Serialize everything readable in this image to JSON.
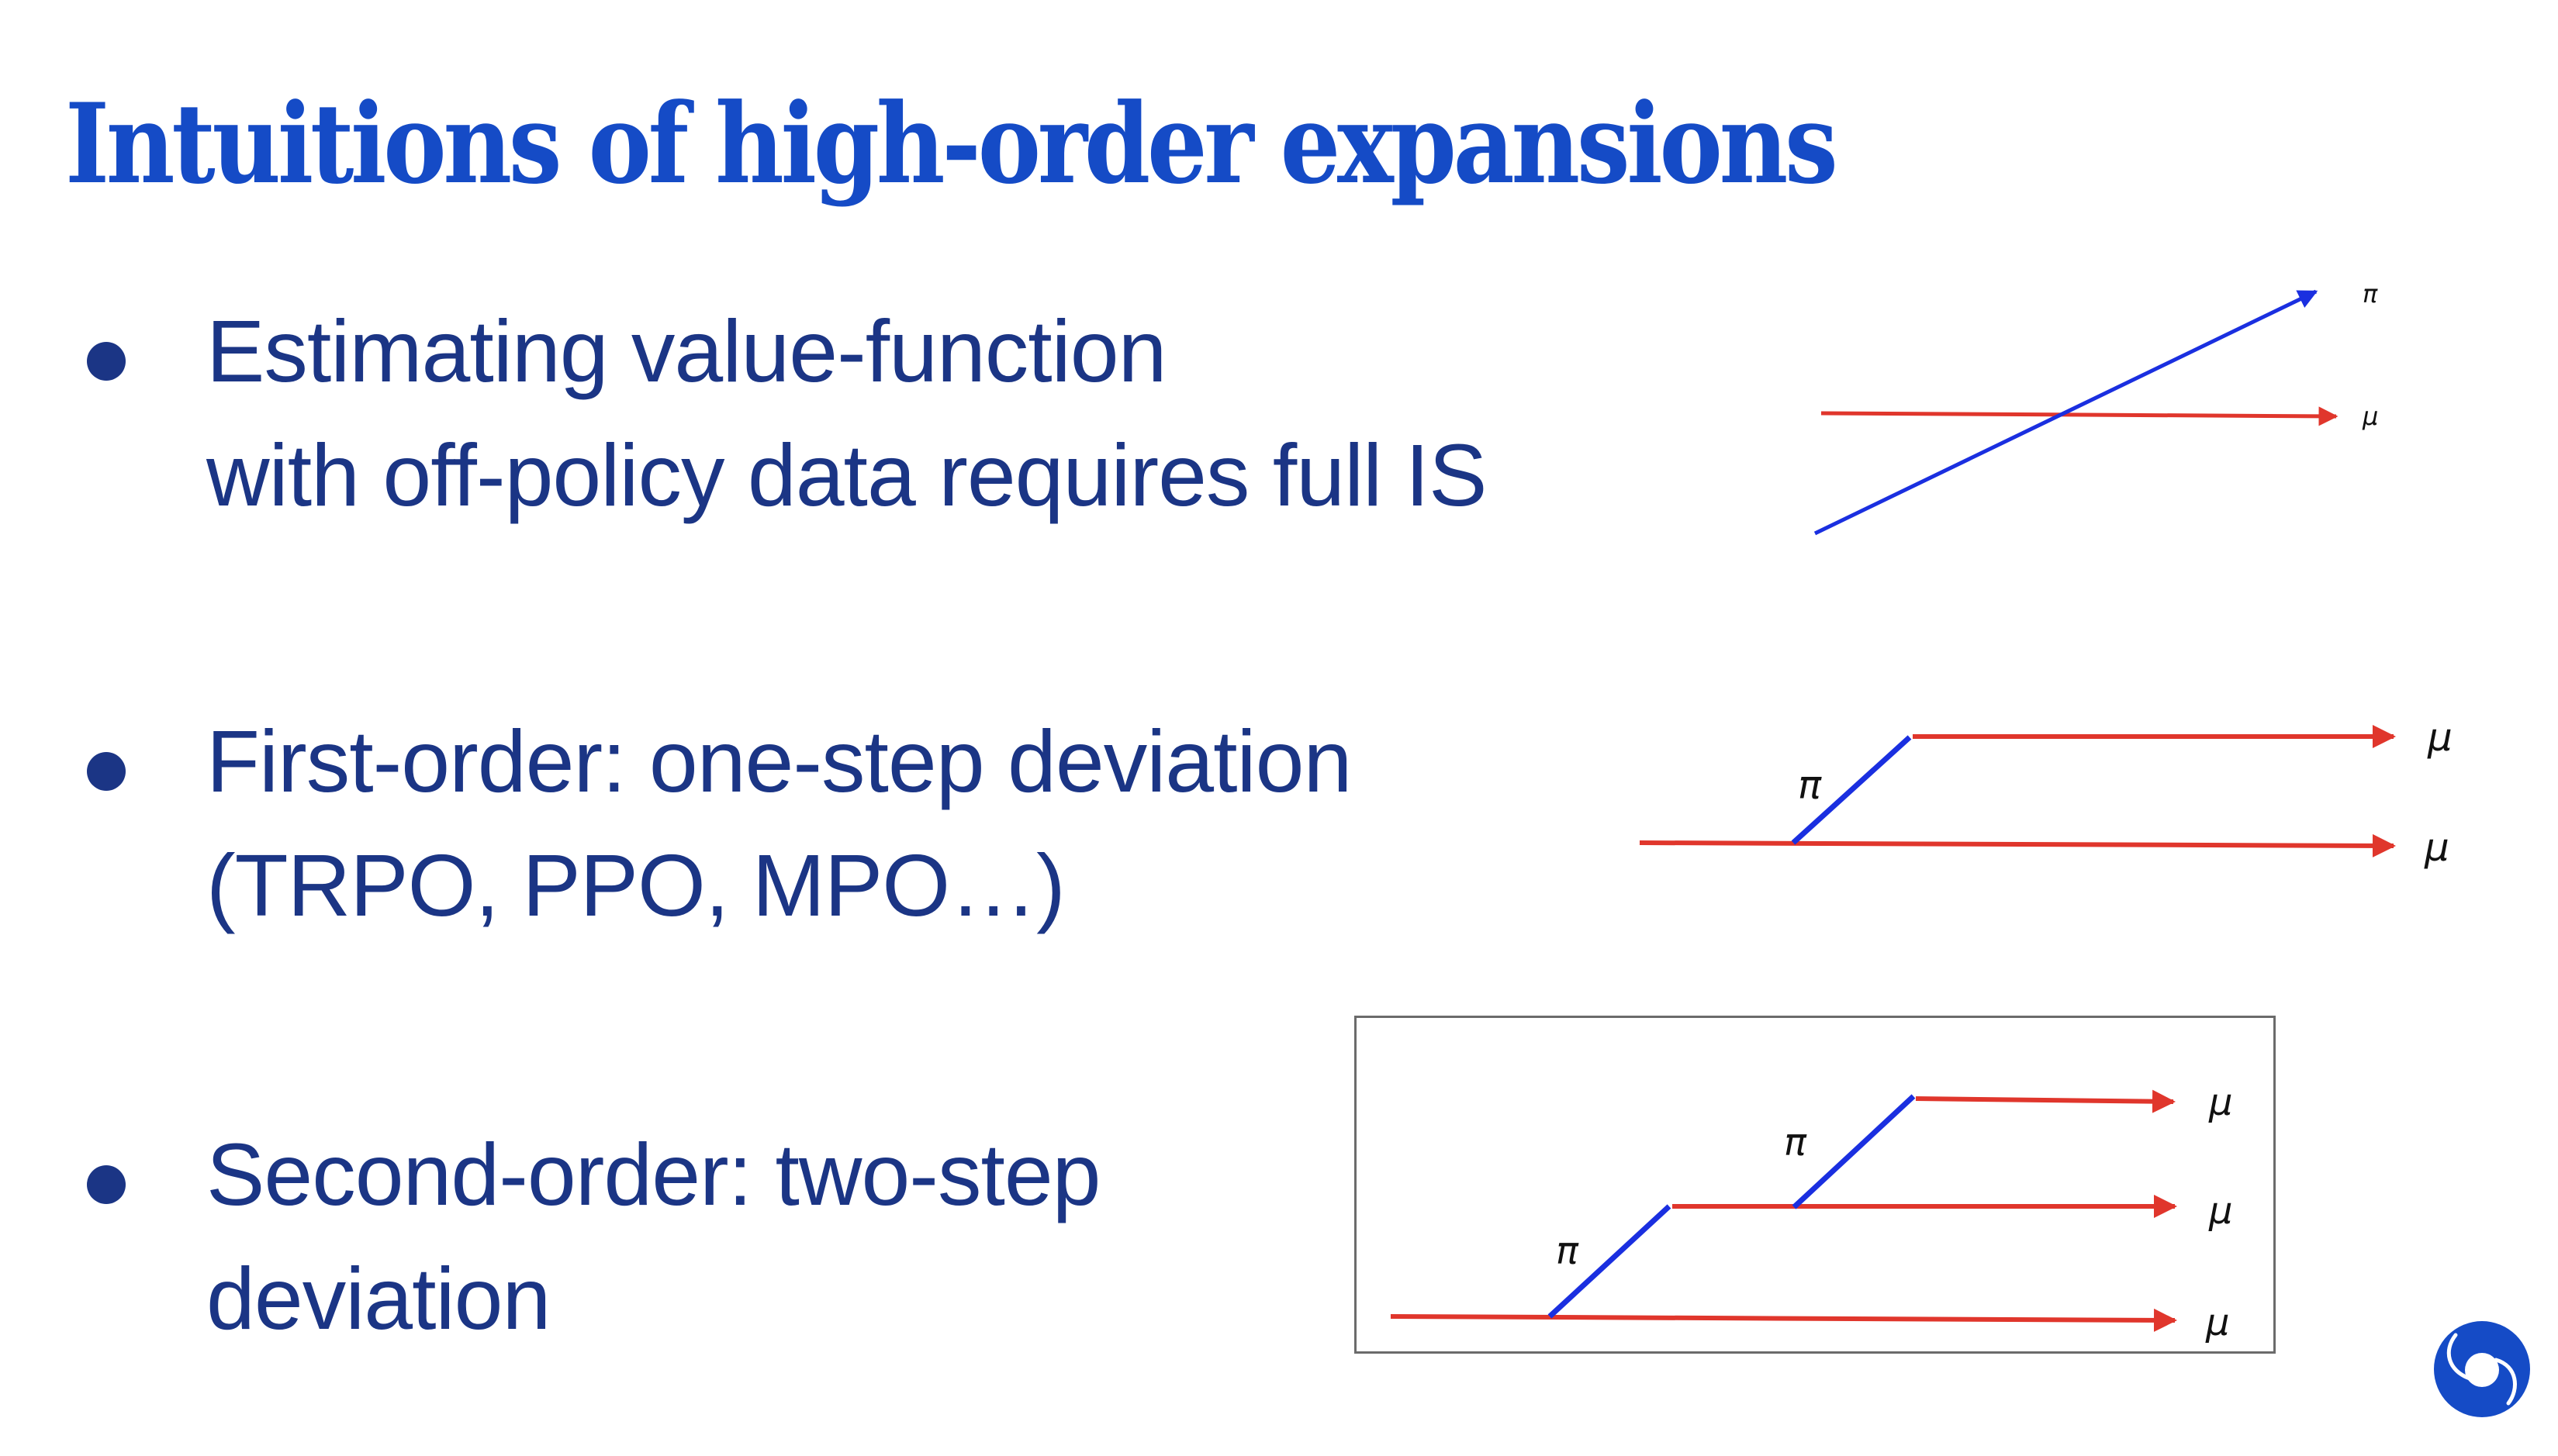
{
  "slide": {
    "title": "Intuitions of high-order expansions",
    "colors": {
      "title": "#154bc6",
      "body_text": "#1b3585",
      "pi_arrow": "#1a2fe0",
      "mu_arrow": "#e0362c",
      "box_border": "#6b6b6b",
      "logo": "#154bc6"
    },
    "bullets": [
      {
        "lines": [
          "Estimating value-function",
          "with off-policy data requires full IS"
        ],
        "diagram": {
          "type": "full-IS",
          "labels": {
            "pi": "π",
            "mu": "μ"
          }
        }
      },
      {
        "lines": [
          "First-order: one-step deviation",
          "(TRPO, PPO, MPO…)"
        ],
        "diagram": {
          "type": "one-step-deviation",
          "labels": {
            "pi": "π",
            "mu_top": "μ",
            "mu_bottom": "μ"
          }
        }
      },
      {
        "lines": [
          "Second-order: two-step",
          "deviation"
        ],
        "diagram": {
          "type": "two-step-deviation",
          "labels": {
            "pi_upper": "π",
            "pi_lower": "π",
            "mu_top": "μ",
            "mu_middle": "μ",
            "mu_bottom": "μ"
          }
        }
      }
    ],
    "logo": {
      "icon": "swirl-logo-icon"
    }
  }
}
